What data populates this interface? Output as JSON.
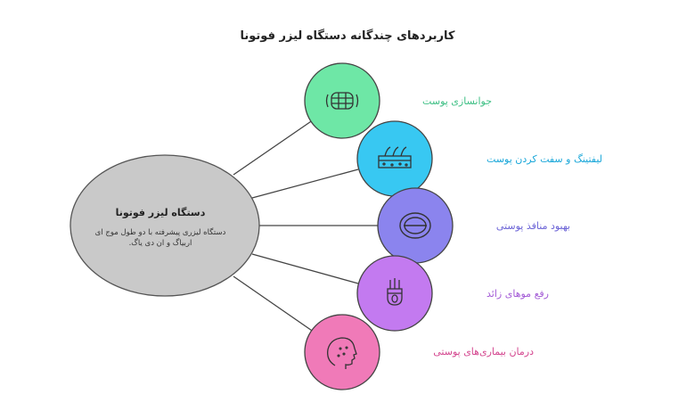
{
  "title": "کاربردهای چندگانه دستگاه لیزر فوتونا",
  "center": {
    "title": "دستگاه لیزر فوتونا",
    "description": "دستگاه لیزری پیشرفته با دو طول موج ای اربیاگ و ان دی یاگ."
  },
  "branches": [
    {
      "label": "جوانسازی پوست",
      "color": "#3dbf84",
      "fill": "#6ee7a6",
      "icon": "face-mesh-icon"
    },
    {
      "label": "لیفتینگ و سفت کردن پوست",
      "color": "#1aa7d9",
      "fill": "#38c8f2",
      "icon": "skin-layers-icon"
    },
    {
      "label": "بهبود منافذ پوستی",
      "color": "#6b63d6",
      "fill": "#8b84ee",
      "icon": "pore-icon"
    },
    {
      "label": "رفع موهای زائد",
      "color": "#a35ad6",
      "fill": "#c37af0",
      "icon": "hair-follicle-icon"
    },
    {
      "label": "درمان بیماری‌های پوستی",
      "color": "#d4468f",
      "fill": "#f07ab8",
      "icon": "face-spots-icon"
    }
  ]
}
